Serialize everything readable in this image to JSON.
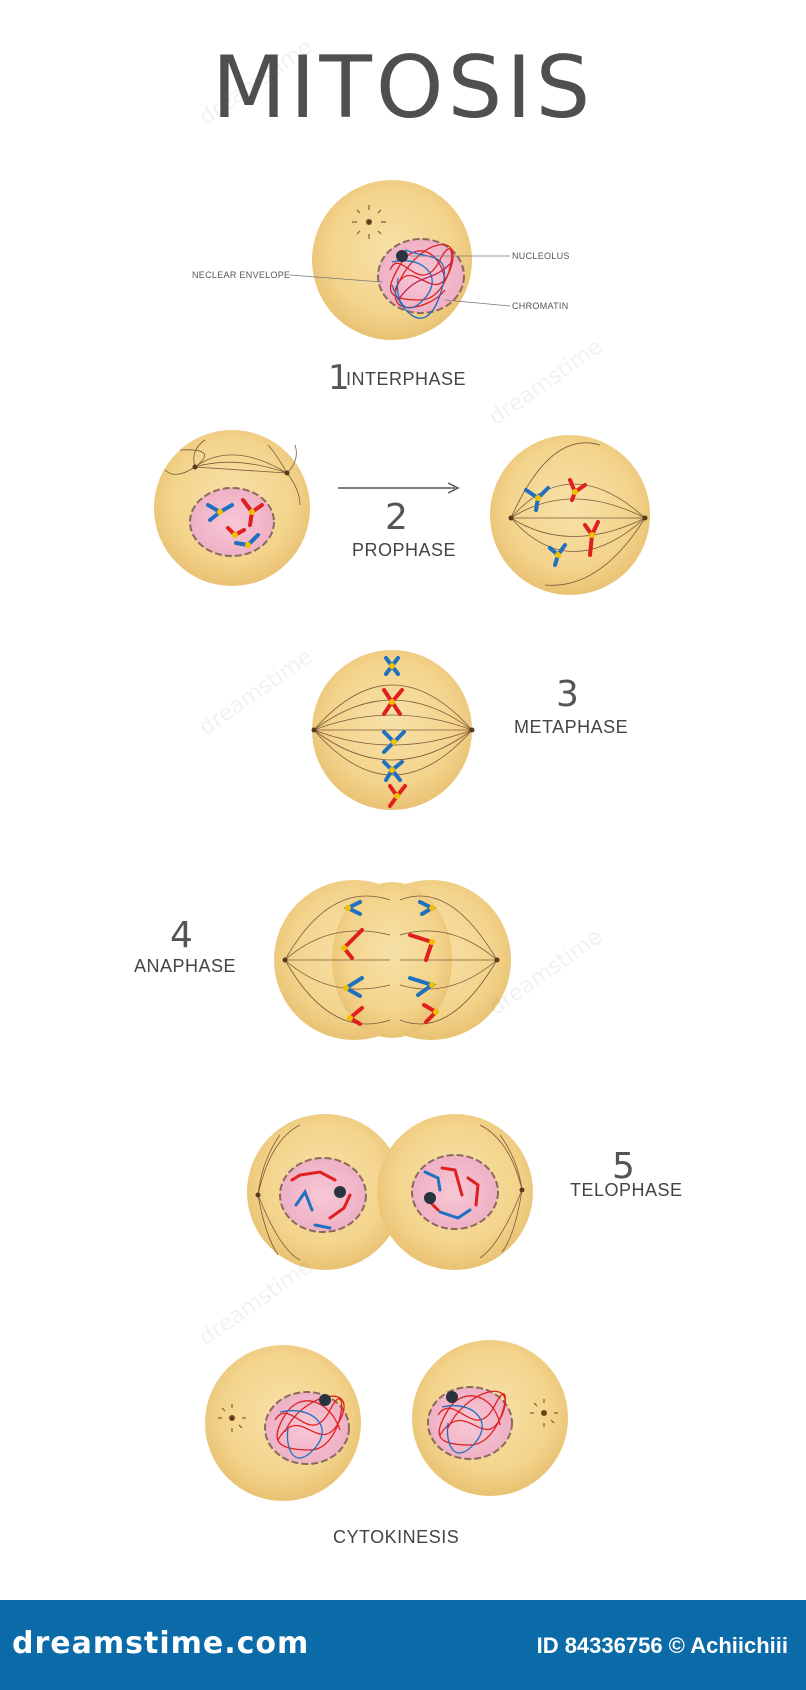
{
  "title": "MITOSIS",
  "interphase": {
    "number": "1",
    "label": "INTERPHASE",
    "annotations": {
      "nucleolus": "NUCLEOLUS",
      "nuclear_envelope": "NECLEAR ENVELOPE",
      "chromatin": "CHROMATIN"
    }
  },
  "prophase": {
    "number": "2",
    "label": "PROPHASE"
  },
  "metaphase": {
    "number": "3",
    "label": "METAPHASE"
  },
  "anaphase": {
    "number": "4",
    "label": "ANAPHASE"
  },
  "telophase": {
    "number": "5",
    "label": "TELOPHASE"
  },
  "cytokinesis": {
    "label": "CYTOKINESIS"
  },
  "footer": {
    "logo": "dreamstime.com",
    "credit": "ID 84336756 © Achiichiii"
  },
  "watermark": "dreamstime",
  "colors": {
    "cell_fill": "#f5d68f",
    "nucleus_fill": "#f2b9c9",
    "chromatid_red": "#e02020",
    "chromatid_blue": "#2070c0",
    "centromere": "#f0c000",
    "footer_bg": "#0b6aa8"
  }
}
